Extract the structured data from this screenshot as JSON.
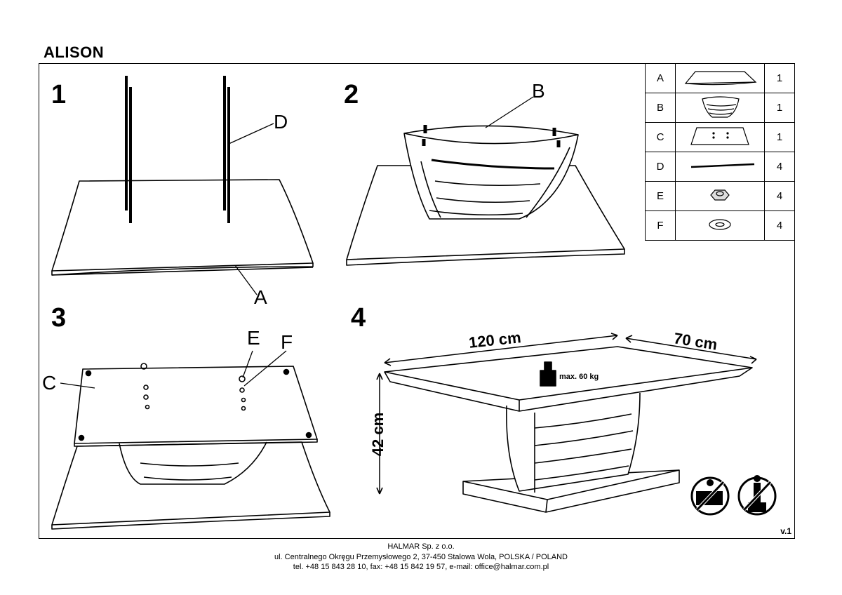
{
  "title": "ALISON",
  "steps": [
    "1",
    "2",
    "3",
    "4"
  ],
  "labels": {
    "A": "A",
    "B": "B",
    "C": "C",
    "D": "D",
    "E": "E",
    "F": "F"
  },
  "parts": [
    {
      "letter": "A",
      "qty": "1",
      "icon": "tabletop-icon"
    },
    {
      "letter": "B",
      "qty": "1",
      "icon": "pedestal-icon"
    },
    {
      "letter": "C",
      "qty": "1",
      "icon": "glass-plate-icon"
    },
    {
      "letter": "D",
      "qty": "4",
      "icon": "threaded-rod-icon"
    },
    {
      "letter": "E",
      "qty": "4",
      "icon": "nut-icon"
    },
    {
      "letter": "F",
      "qty": "4",
      "icon": "washer-icon"
    }
  ],
  "dimensions": {
    "length": "120 cm",
    "width": "70 cm",
    "height": "42 cm",
    "max_load": "max. 60 kg"
  },
  "version": "v.1",
  "footer": {
    "company": "HALMAR Sp. z o.o.",
    "address": "ul. Centralnego Okręgu Przemysłowego 2, 37-450 Stalowa Wola, POLSKA / POLAND",
    "contact": "tel. +48 15 843 28 10, fax: +48 15 842 19 57, e-mail: office@halmar.com.pl"
  }
}
